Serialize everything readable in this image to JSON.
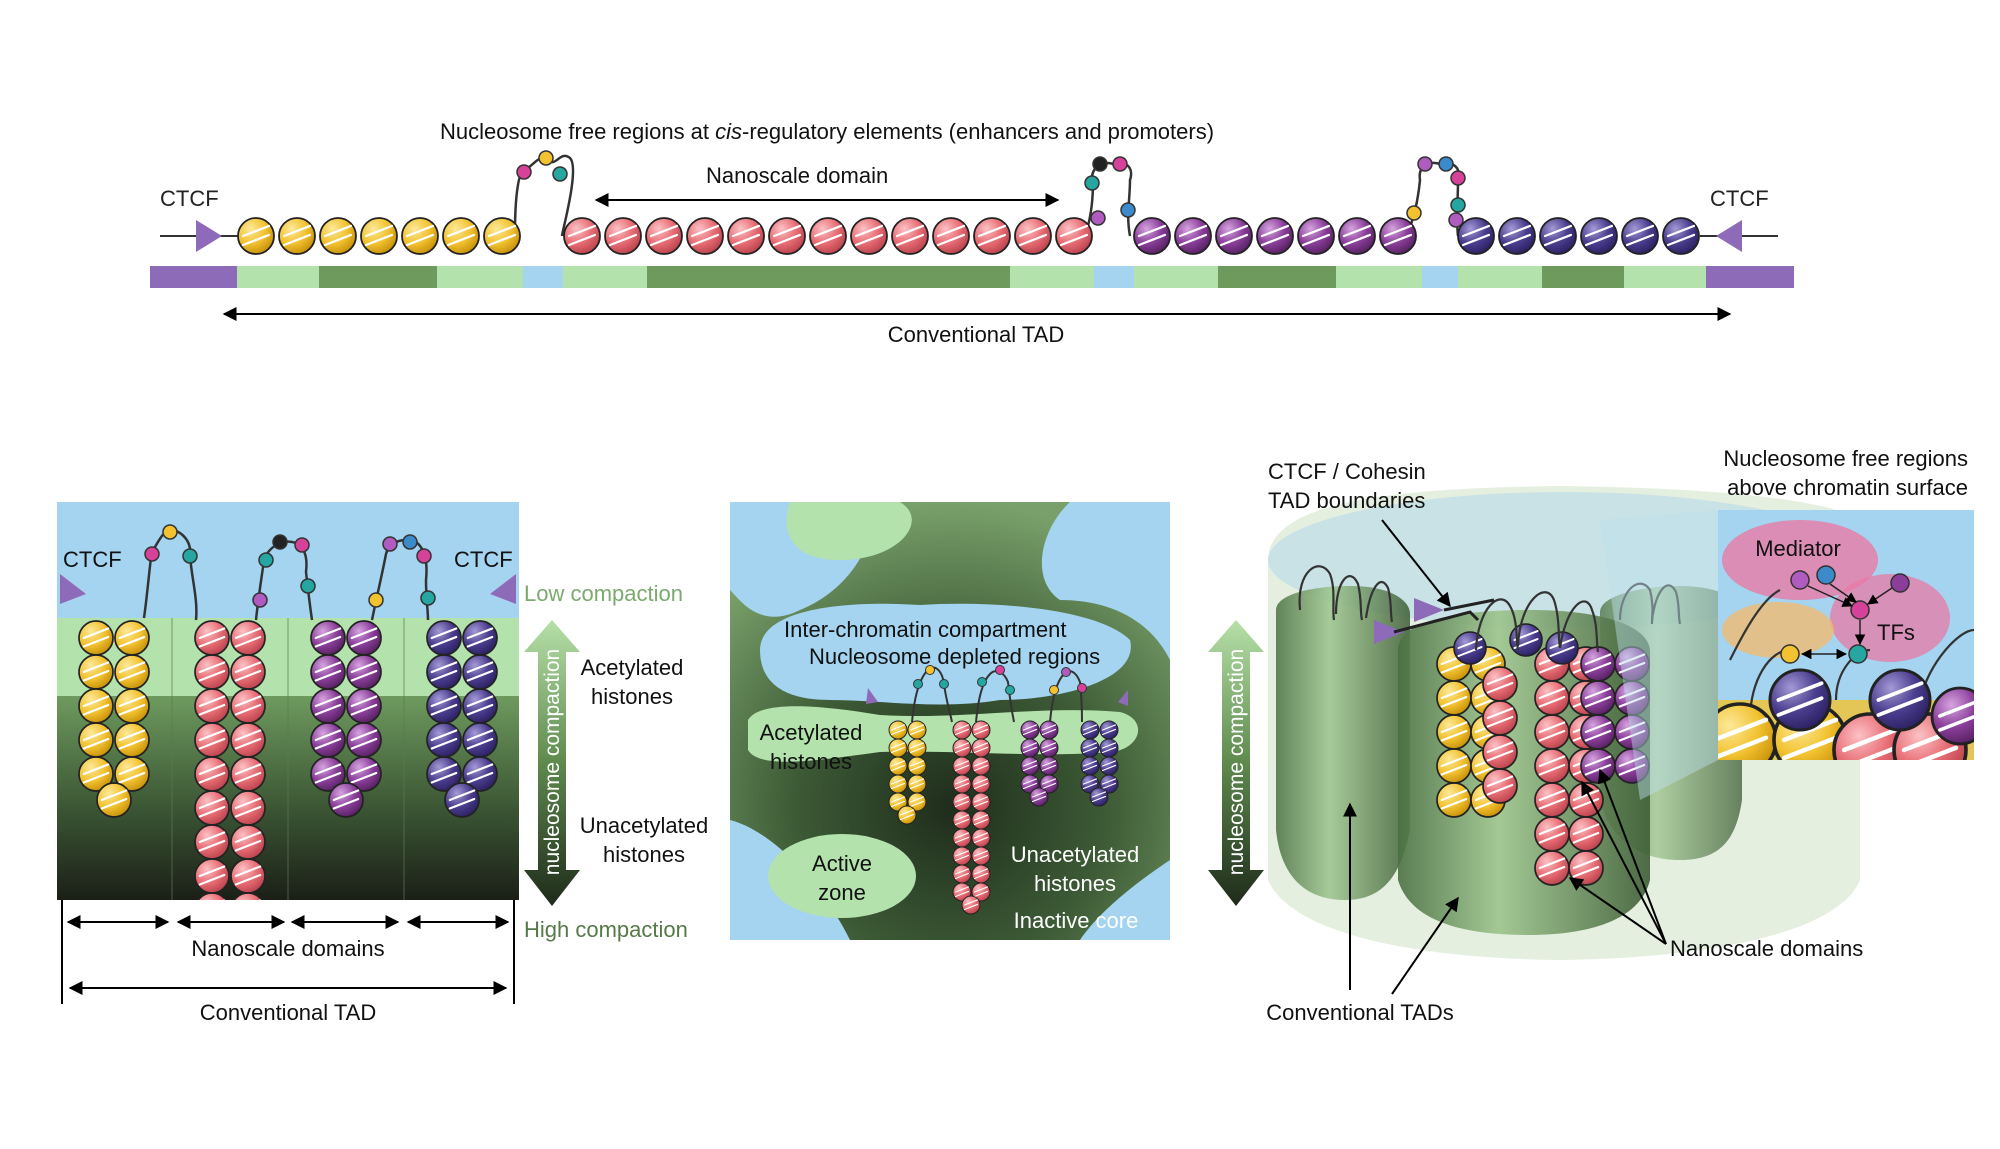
{
  "top": {
    "nfr_label_pre": "Nucleosome free regions at ",
    "nfr_label_ital": "cis",
    "nfr_label_post": "-regulatory elements (enhancers and promoters)",
    "ctcf_left": "CTCF",
    "ctcf_right": "CTCF",
    "nanoscale_domain": "Nanoscale domain",
    "conventional_tad": "Conventional TAD"
  },
  "left_panel": {
    "ctcf_left": "CTCF",
    "ctcf_right": "CTCF",
    "low_compaction": "Low compaction",
    "high_compaction": "High compaction",
    "acetylated_1": "Acetylated",
    "acetylated_2": "histones",
    "unacetylated_1": "Unacetylated",
    "unacetylated_2": "histones",
    "axis_label": "nucleosome compaction",
    "nanoscale_domains": "Nanoscale domains",
    "conventional_tad": "Conventional TAD"
  },
  "middle_panel": {
    "inter_chromatin": "Inter-chromatin compartment",
    "nucleosome_depleted": "Nucleosome depleted regions",
    "acetylated_1": "Acetylated",
    "acetylated_2": "histones",
    "active_1": "Active",
    "active_2": "zone",
    "unacetylated_1": "Unacetylated",
    "unacetylated_2": "histones",
    "inactive_core": "Inactive core"
  },
  "right_panel": {
    "axis_label": "nucleosome compaction",
    "boundaries_1": "CTCF / Cohesin",
    "boundaries_2": "TAD boundaries",
    "nfr_1": "Nucleosome free regions",
    "nfr_2": "above chromatin surface",
    "mediator": "Mediator",
    "tfs": "TFs",
    "nanoscale_domains": "Nanoscale domains",
    "conventional_tads": "Conventional TADs"
  },
  "colors": {
    "yellow": "#f2c230",
    "red": "#e86c74",
    "purple": "#8a3e9a",
    "indigo": "#4b3d8e",
    "ctcf": "#8e6bb8",
    "light_green": "#b4e2ac",
    "dark_green": "#6e9a5e",
    "blue": "#a4d4f0"
  }
}
